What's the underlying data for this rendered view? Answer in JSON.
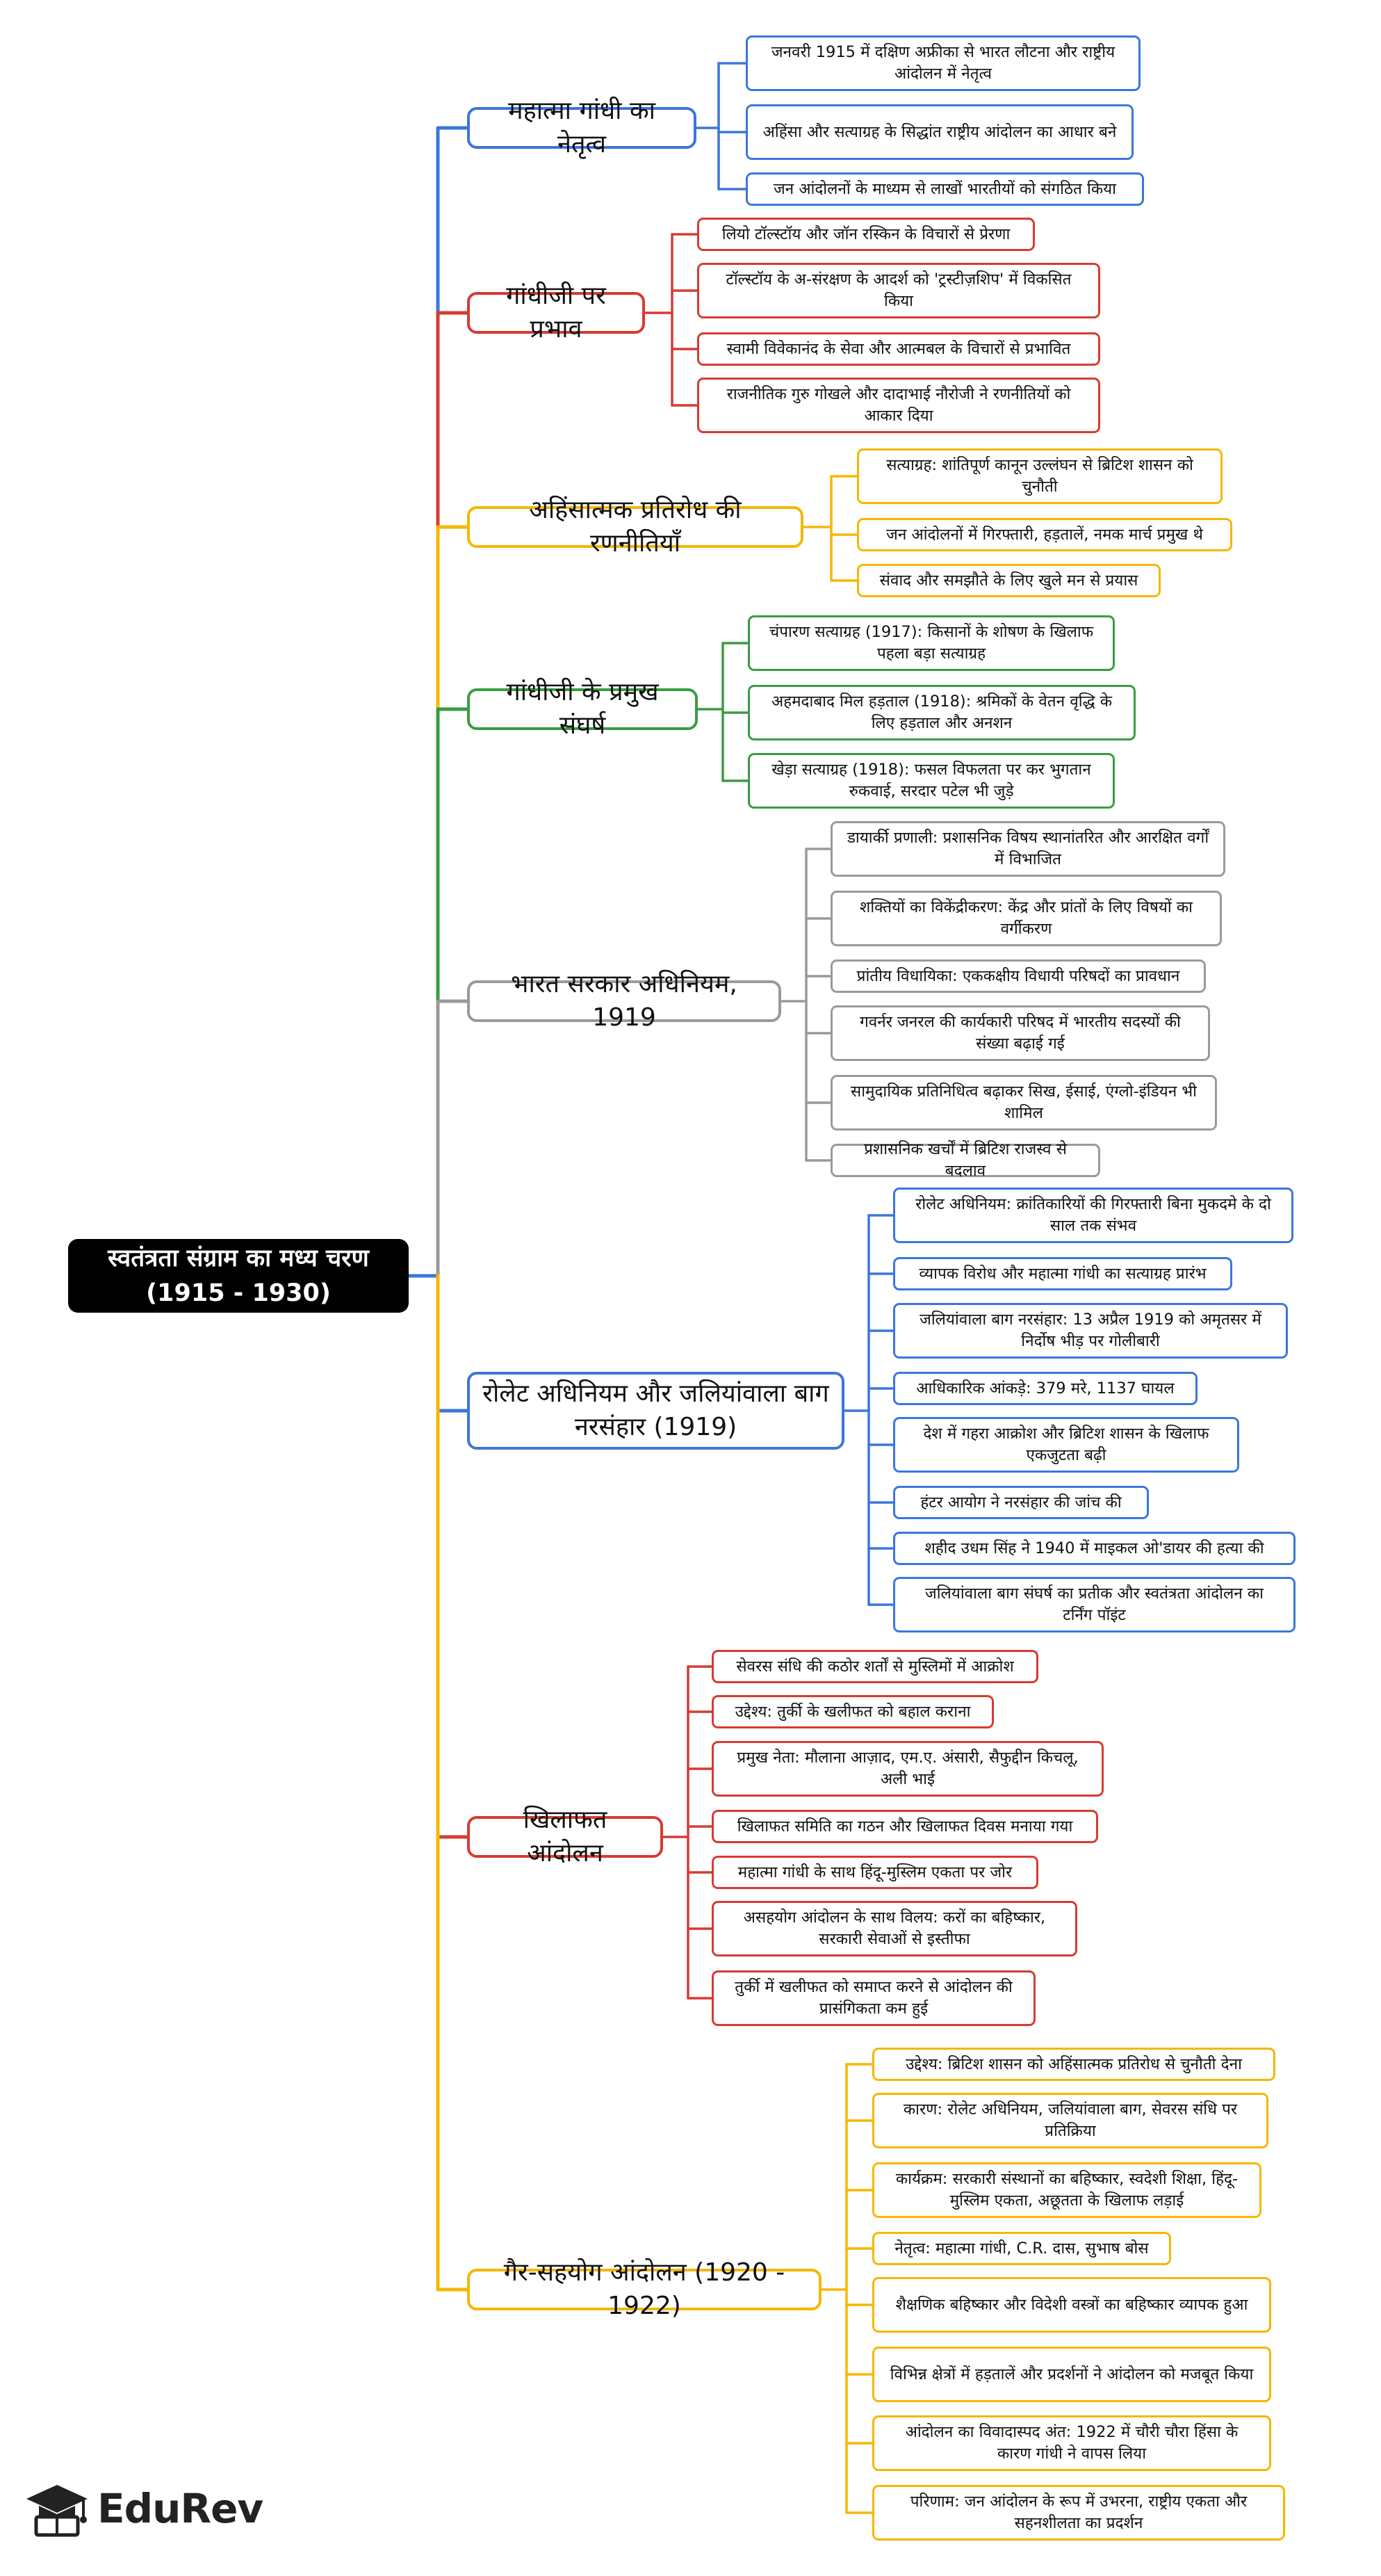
{
  "root": {
    "title_line1": "स्वतंत्रता संग्राम का मध्य चरण",
    "title_line2": "(1915 - 1930)"
  },
  "branches": [
    {
      "label": "महात्मा गांधी का नेतृत्व",
      "color": "#3b76dc",
      "leaves": [
        "जनवरी 1915 में दक्षिण अफ्रीका से भारत लौटना और राष्ट्रीय आंदोलन में नेतृत्व",
        "अहिंसा और सत्याग्रह के सिद्धांत राष्ट्रीय आंदोलन का आधार बने",
        "जन आंदोलनों के माध्यम से लाखों भारतीयों को संगठित किया"
      ]
    },
    {
      "label": "गांधीजी पर प्रभाव",
      "color": "#d63b32",
      "leaves": [
        "लियो टॉल्स्टॉय और जॉन रस्किन के विचारों से प्रेरणा",
        "टॉल्स्टॉय के अ-संरक्षण के आदर्श को 'ट्रस्टीज़शिप' में विकसित किया",
        "स्वामी विवेकानंद के सेवा और आत्मबल के विचारों से प्रभावित",
        "राजनीतिक गुरु गोखले और दादाभाई नौरोजी ने रणनीतियों को आकार दिया"
      ]
    },
    {
      "label": "अहिंसात्मक प्रतिरोध की रणनीतियाँ",
      "color": "#f5b700",
      "leaves": [
        "सत्याग्रह: शांतिपूर्ण कानून उल्लंघन से ब्रिटिश शासन को चुनौती",
        "जन आंदोलनों में गिरफ्तारी, हड़तालें, नमक मार्च प्रमुख थे",
        "संवाद और समझौते के लिए खुले मन से प्रयास"
      ]
    },
    {
      "label": "गांधीजी के प्रमुख संघर्ष",
      "color": "#3a9c42",
      "leaves": [
        "चंपारण सत्याग्रह (1917): किसानों के शोषण के खिलाफ पहला बड़ा सत्याग्रह",
        "अहमदाबाद मिल हड़ताल (1918): श्रमिकों के वेतन वृद्धि के लिए हड़ताल और अनशन",
        "खेड़ा सत्याग्रह (1918): फसल विफलता पर कर भुगतान रुकवाई, सरदार पटेल भी जुड़े"
      ]
    },
    {
      "label": "भारत सरकार अधिनियम, 1919",
      "color": "#9a9a9a",
      "leaves": [
        "डायार्की प्रणाली: प्रशासनिक विषय स्थानांतरित और आरक्षित वर्गों में विभाजित",
        "शक्तियों का विकेंद्रीकरण: केंद्र और प्रांतों के लिए विषयों का वर्गीकरण",
        "प्रांतीय विधायिका: एककक्षीय विधायी परिषदों का प्रावधान",
        "गवर्नर जनरल की कार्यकारी परिषद में भारतीय सदस्यों की संख्या बढ़ाई गई",
        "सामुदायिक प्रतिनिधित्व बढ़ाकर सिख, ईसाई, एंग्लो-इंडियन भी शामिल",
        "प्रशासनिक खर्चों में ब्रिटिश राजस्व से बदलाव"
      ]
    },
    {
      "label": "रोलेट अधिनियम और जलियांवाला बाग नरसंहार (1919)",
      "color": "#3b76dc",
      "leaves": [
        "रोलेट अधिनियम: क्रांतिकारियों की गिरफ्तारी बिना मुकदमे के दो साल तक संभव",
        "व्यापक विरोध और महात्मा गांधी का सत्याग्रह प्रारंभ",
        "जलियांवाला बाग नरसंहार: 13 अप्रैल 1919 को अमृतसर में निर्दोष भीड़ पर गोलीबारी",
        "आधिकारिक आंकड़े: 379 मरे, 1137 घायल",
        "देश में गहरा आक्रोश और ब्रिटिश शासन के खिलाफ एकजुटता बढ़ी",
        "हंटर आयोग ने नरसंहार की जांच की",
        "शहीद उधम सिंह ने 1940 में माइकल ओ'डायर की हत्या की",
        "जलियांवाला बाग संघर्ष का प्रतीक और स्वतंत्रता आंदोलन का टर्निंग पॉइंट"
      ]
    },
    {
      "label": "खिलाफत आंदोलन",
      "color": "#d63b32",
      "leaves": [
        "सेवरस संधि की कठोर शर्तों से मुस्लिमों में आक्रोश",
        "उद्देश्य: तुर्की के खलीफत को बहाल कराना",
        "प्रमुख नेता: मौलाना आज़ाद, एम.ए. अंसारी, सैफुद्दीन किचलू, अली भाई",
        "खिलाफत समिति का गठन और खिलाफत दिवस मनाया गया",
        "महात्मा गांधी के साथ हिंदू-मुस्लिम एकता पर जोर",
        "असहयोग आंदोलन के साथ विलय: करों का बहिष्कार, सरकारी सेवाओं से इस्तीफा",
        "तुर्की में खलीफत को समाप्त करने से आंदोलन की प्रासंगिकता कम हुई"
      ]
    },
    {
      "label": "गैर-सहयोग आंदोलन (1920 - 1922)",
      "color": "#f5b700",
      "leaves": [
        "उद्देश्य: ब्रिटिश शासन को अहिंसात्मक प्रतिरोध से चुनौती देना",
        "कारण: रोलेट अधिनियम, जलियांवाला बाग, सेवरस संधि पर प्रतिक्रिया",
        "कार्यक्रम: सरकारी संस्थानों का बहिष्कार, स्वदेशी शिक्षा, हिंदू-मुस्लिम एकता, अछूतता के खिलाफ लड़ाई",
        "नेतृत्व: महात्मा गांधी, C.R. दास, सुभाष बोस",
        "शैक्षणिक बहिष्कार और विदेशी वस्त्रों का बहिष्कार व्यापक हुआ",
        "विभिन्न क्षेत्रों में हड़तालें और प्रदर्शनों ने आंदोलन को मजबूत किया",
        "आंदोलन का विवादास्पद अंत: 1922 में चौरी चौरा हिंसा के कारण गांधी ने वापस लिया",
        "परिणाम: जन आंदोलन के रूप में उभरना, राष्ट्रीय एकता और सहनशीलता का प्रदर्शन"
      ]
    }
  ],
  "logo": {
    "text": "EduRev",
    "icon": "graduation-cap-icon"
  }
}
